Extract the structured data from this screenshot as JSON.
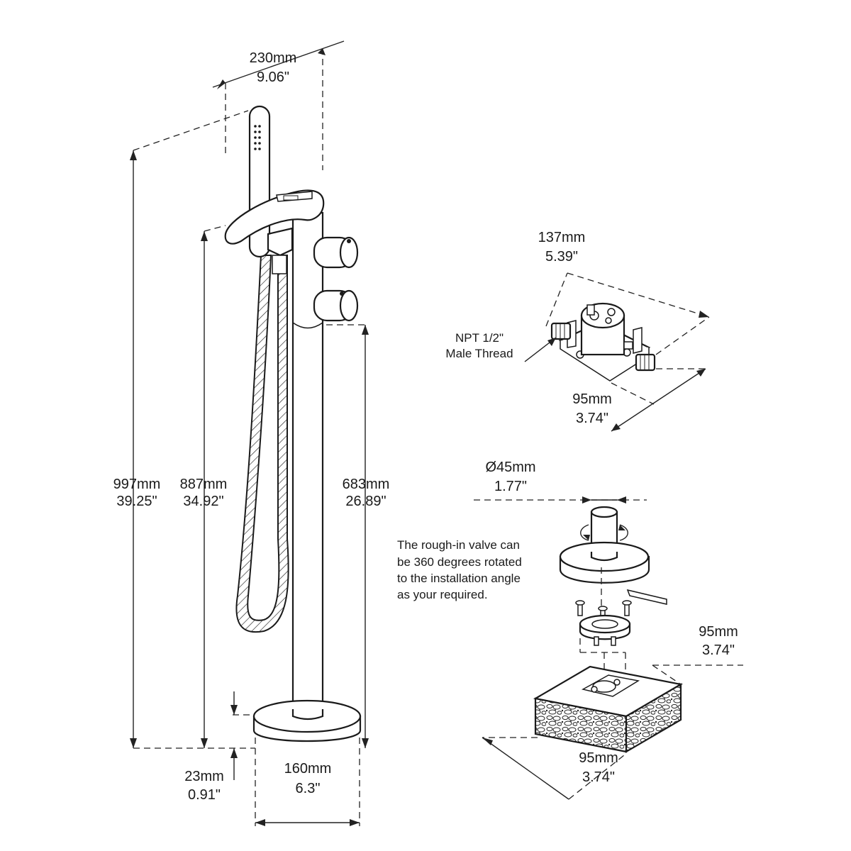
{
  "faucet": {
    "width": {
      "mm": "230mm",
      "in": "9.06\""
    },
    "total_height": {
      "mm": "997mm",
      "in": "39.25\""
    },
    "spout_height": {
      "mm": "887mm",
      "in": "34.92\""
    },
    "handle_height": {
      "mm": "683mm",
      "in": "26.89\""
    },
    "base_thickness": {
      "mm": "23mm",
      "in": "0.91\""
    },
    "base_diameter": {
      "mm": "160mm",
      "in": "6.3\""
    }
  },
  "valve": {
    "width": {
      "mm": "137mm",
      "in": "5.39\""
    },
    "depth": {
      "mm": "95mm",
      "in": "3.74\""
    },
    "thread_label": [
      "NPT 1/2\"",
      "Male Thread"
    ]
  },
  "installation": {
    "pipe_diameter": {
      "mm": "Ø45mm",
      "in": "1.77\""
    },
    "note": [
      "The rough-in valve can",
      "be 360 degrees rotated",
      "to the installation angle",
      "as your required."
    ],
    "box_depth": {
      "mm": "95mm",
      "in": "3.74\""
    },
    "box_width": {
      "mm": "95mm",
      "in": "3.74\""
    }
  }
}
